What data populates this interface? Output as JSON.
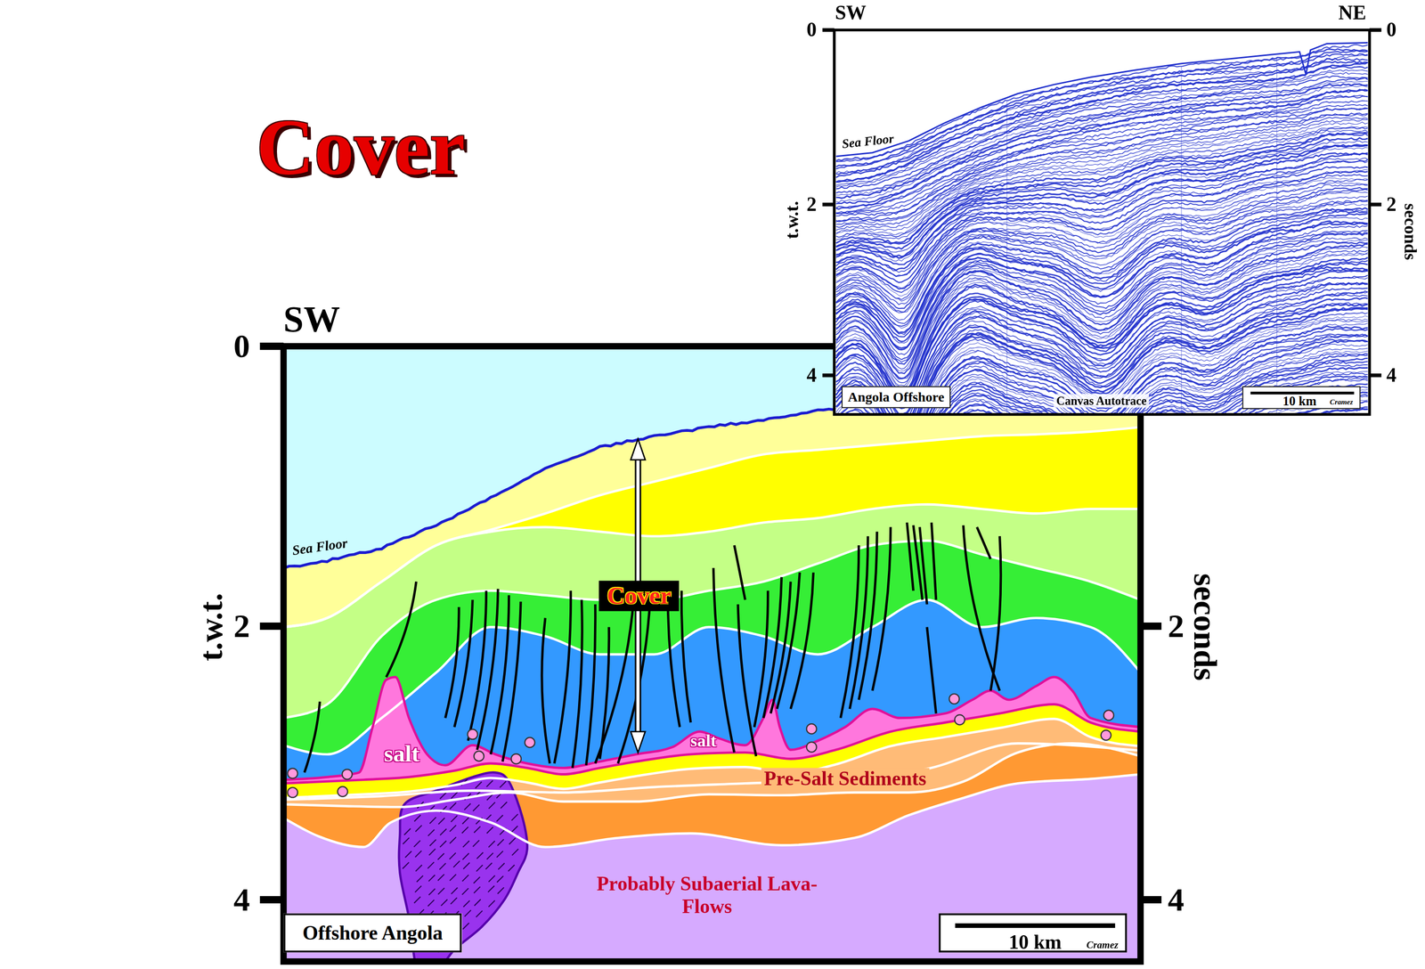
{
  "diagram": {
    "title": "Cover",
    "nodes": [
      {
        "text": [
          "Angola Offshore"
        ]
      },
      {
        "text": [
          "10 km",
          "Cramez"
        ]
      },
      {
        "text": [
          "Cover"
        ]
      },
      {
        "text": [
          "Offshore Angola"
        ]
      },
      {
        "text": [
          "10 km",
          "Cramez"
        ]
      }
    ],
    "labels": [
      "SW",
      "NE",
      "0",
      "2",
      "4",
      "0",
      "2",
      "4",
      "t.w.t.",
      "seconds",
      "Sea Floor",
      "Canvas Autotrace",
      "SW",
      "0",
      "2",
      "4",
      "2",
      "4",
      "t.w.t.",
      "seconds",
      "Sea Floor",
      "salt",
      "salt",
      "Pre-Salt Sediments",
      "Probably Subaerial Lava-Flows"
    ]
  }
}
